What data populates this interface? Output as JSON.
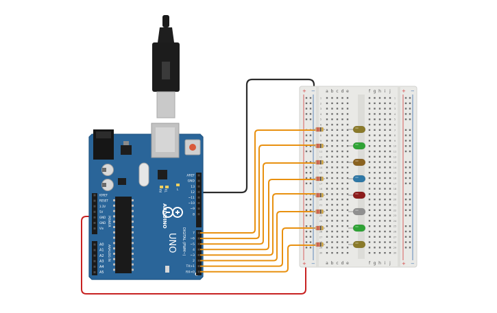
{
  "colors": {
    "board": "#2a6599",
    "board_edge": "#1f5583",
    "header": "#1b1b1b",
    "wire_orange": "#e8900f",
    "wire_black": "#2b2b2b",
    "wire_red": "#c72020",
    "breadboard": "#e9e9e6",
    "rail_red": "#d23a3a",
    "rail_blue": "#3a6fb0"
  },
  "arduino": {
    "brand": "ARDUINO",
    "model": "UNO",
    "header_top_labels": [
      "AREF",
      "GND",
      "13",
      "12",
      "~11",
      "~10",
      "~9",
      "8"
    ],
    "header_bottom_labels": [
      "7",
      "~6",
      "~5",
      "4",
      "~3",
      "2",
      "TX>1",
      "RX<0"
    ],
    "digital_label": "DIGITAL (PWM~)",
    "power_labels": [
      "IOREF",
      "RESET",
      "3.3V",
      "5V",
      "GND",
      "GND",
      "Vin"
    ],
    "power_section": "POWER",
    "analog_labels": [
      "A0",
      "A1",
      "A2",
      "A3",
      "A4",
      "A5"
    ],
    "analog_section": "ANALOG IN",
    "led_labels": [
      "RX",
      "TX"
    ],
    "l_label": "L"
  },
  "breadboard": {
    "col_letters_left": [
      "a",
      "b",
      "c",
      "d",
      "e"
    ],
    "col_letters_right": [
      "f",
      "g",
      "h",
      "i",
      "j"
    ],
    "rail_plus": "+",
    "rail_minus": "−",
    "row_numbers": [
      "1",
      "2",
      "3",
      "4",
      "5",
      "6",
      "7",
      "8",
      "9",
      "10",
      "11",
      "12",
      "13",
      "14",
      "15",
      "16",
      "17",
      "18",
      "19",
      "20",
      "21",
      "22",
      "23",
      "24",
      "25",
      "26",
      "27",
      "28",
      "29",
      "30"
    ]
  },
  "leds": [
    {
      "color": "#8a7a2a"
    },
    {
      "color": "#2fa335"
    },
    {
      "color": "#8a6220"
    },
    {
      "color": "#2f78a6"
    },
    {
      "color": "#8c1c1c"
    },
    {
      "color": "#8f8f8f"
    },
    {
      "color": "#2fa335"
    },
    {
      "color": "#8a7a2a"
    }
  ]
}
